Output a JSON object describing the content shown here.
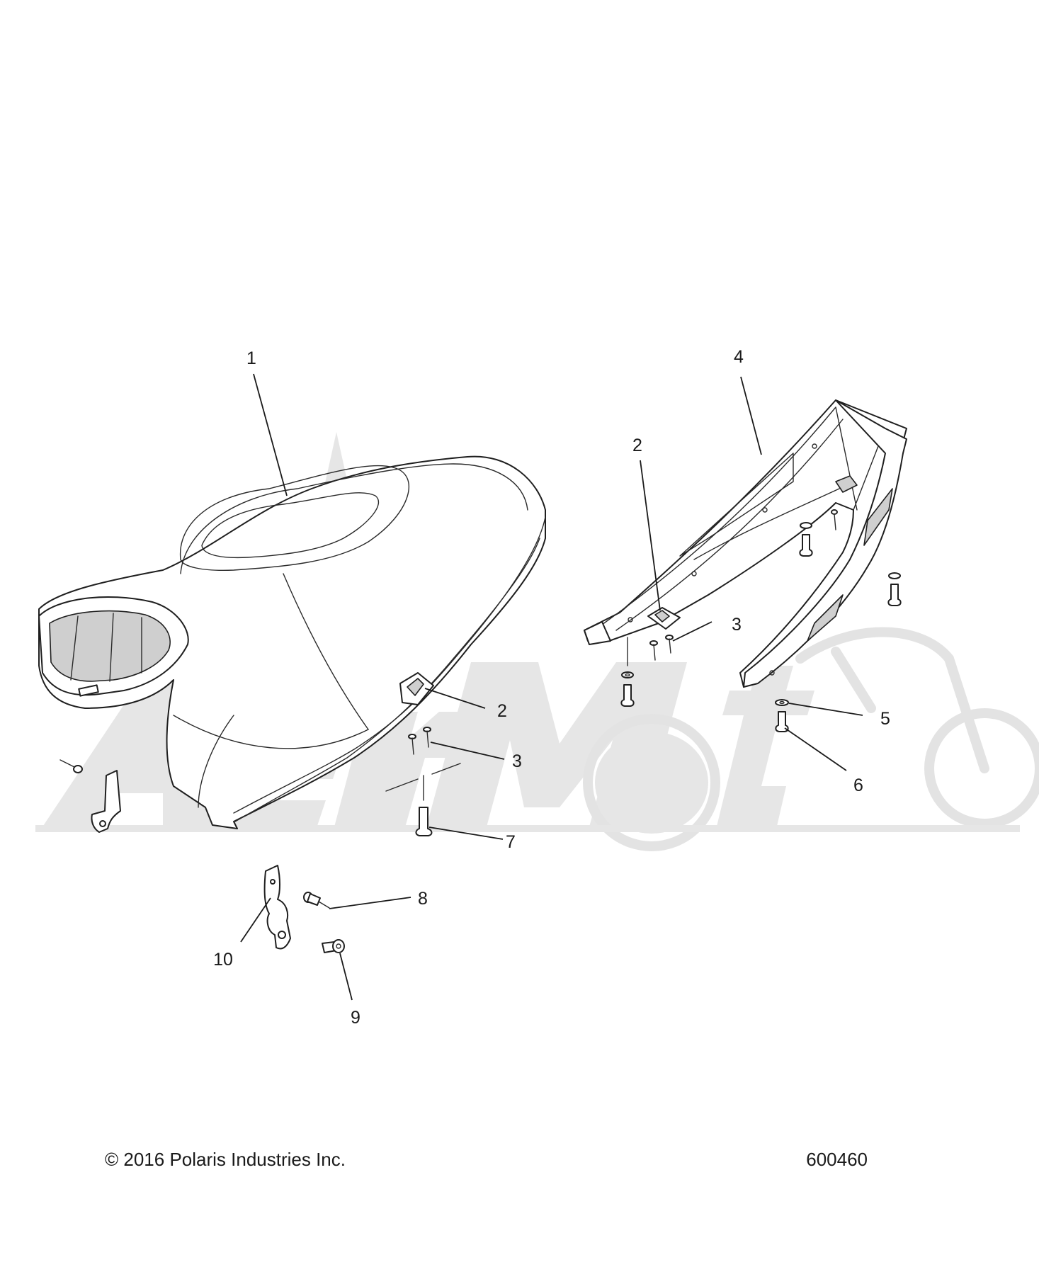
{
  "watermark": {
    "brand_name": "AerMoto",
    "color": "#e6e6e6"
  },
  "callouts": [
    {
      "id": "seat",
      "label": "1"
    },
    {
      "id": "latch-on-seat",
      "label": "2"
    },
    {
      "id": "latch-on-tray",
      "label": "2"
    },
    {
      "id": "screw-seat",
      "label": "3"
    },
    {
      "id": "screw-tray",
      "label": "3"
    },
    {
      "id": "storage-tray",
      "label": "4"
    },
    {
      "id": "washer",
      "label": "5"
    },
    {
      "id": "bolt",
      "label": "6"
    },
    {
      "id": "striker-pin",
      "label": "7"
    },
    {
      "id": "rivet",
      "label": "8"
    },
    {
      "id": "bracket-screw",
      "label": "9"
    },
    {
      "id": "bracket",
      "label": "10"
    }
  ],
  "footer": {
    "copyright": "© 2016 Polaris Industries Inc.",
    "diagram_number": "600460"
  },
  "colors": {
    "line": "#1f1f1f",
    "watermark": "#e6e6e6",
    "background": "#ffffff"
  }
}
